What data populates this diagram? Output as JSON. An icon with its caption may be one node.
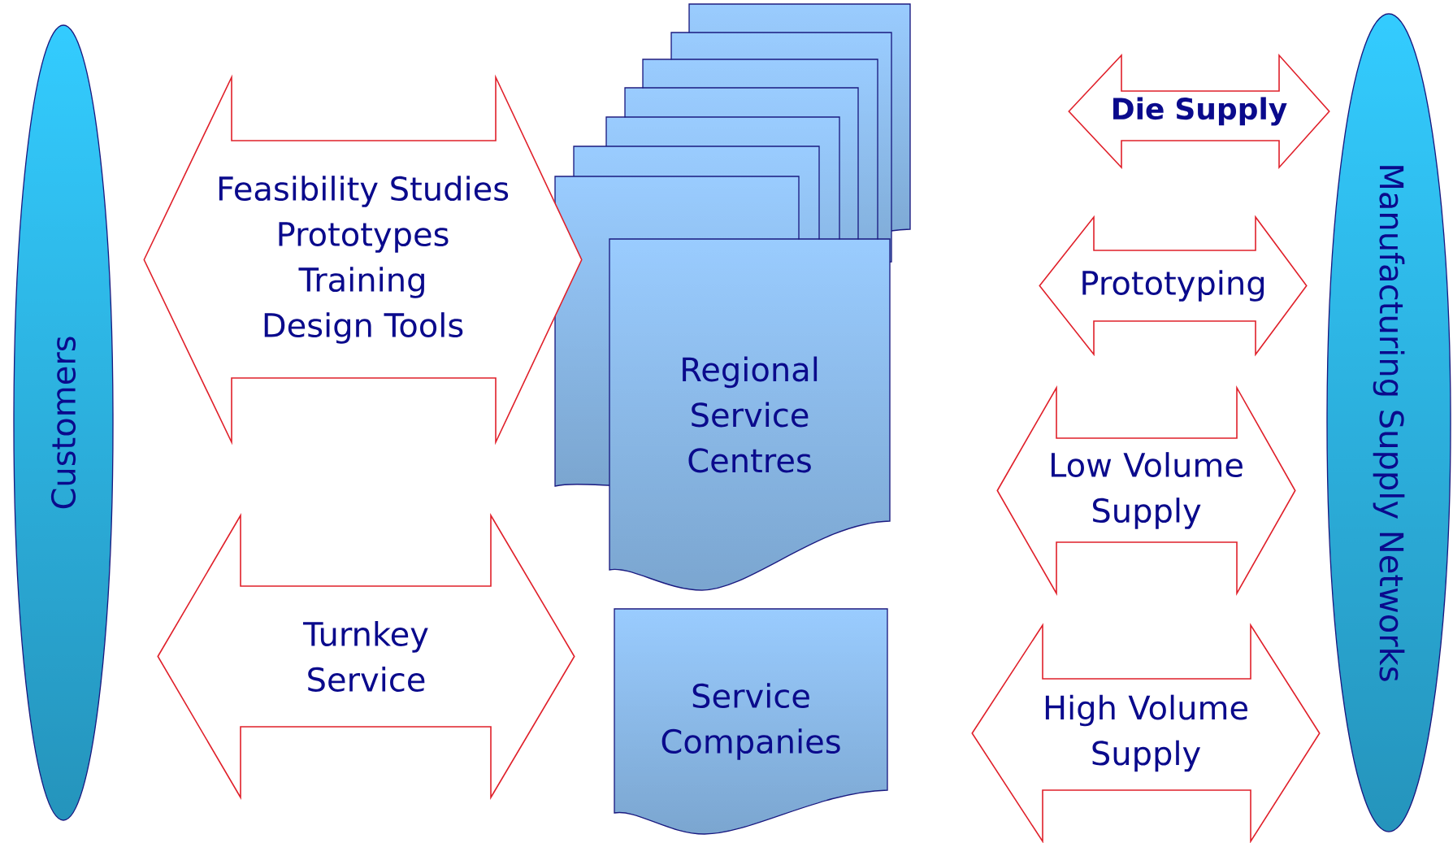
{
  "diagram": {
    "nodes": [
      {
        "text": [
          "Customers"
        ]
      },
      {
        "text": [
          "Regional Service Centres"
        ]
      },
      {
        "text": [
          "Service Companies"
        ]
      },
      {
        "text": [
          "Manufacturing Supply Networks"
        ]
      }
    ],
    "edges": [
      {
        "from": 0,
        "to": 1,
        "arrow": "both",
        "style": "thick"
      },
      {
        "from": 0,
        "to": 2,
        "arrow": "both",
        "style": "thick",
        "label": "Turnkey Service"
      },
      {
        "from": 1,
        "to": 3,
        "arrow": "both",
        "style": "thick",
        "label": "Die Supply"
      },
      {
        "from": 1,
        "to": 3,
        "arrow": "both",
        "style": "thick",
        "label": "Prototyping"
      },
      {
        "from": 1,
        "to": 3,
        "arrow": "both",
        "style": "thick",
        "label": "Low Volume Supply"
      },
      {
        "from": 2,
        "to": 3,
        "arrow": "both",
        "style": "thick",
        "label": "High Volume Supply"
      }
    ],
    "labels": [
      "Feasibility Studies",
      "Prototypes",
      "Training",
      "Design Tools"
    ]
  }
}
